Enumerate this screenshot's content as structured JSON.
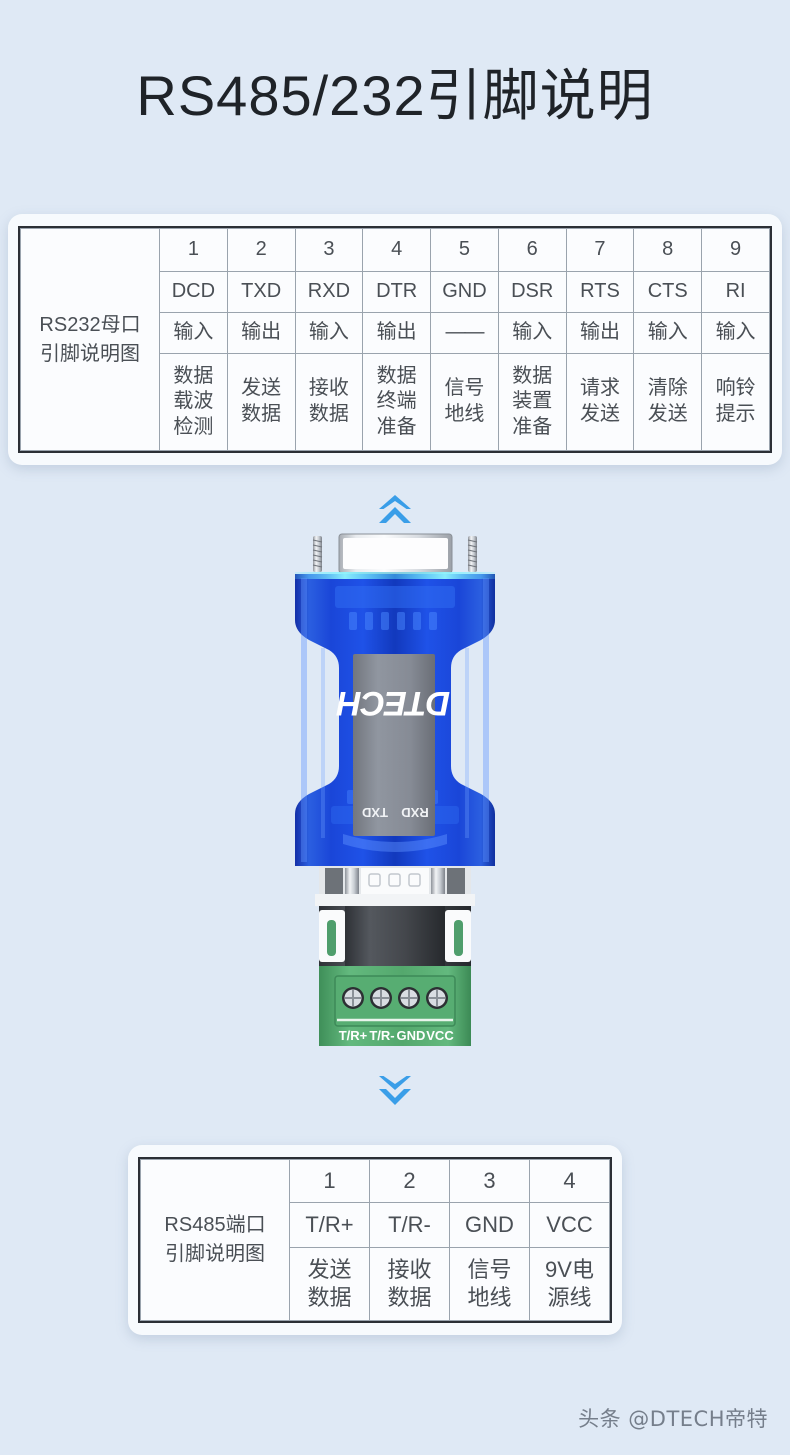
{
  "title": "RS485/232引脚说明",
  "colors": {
    "background": "#dfe9f5",
    "card": "#f7fafd",
    "accent_blue": "#3a9ee8",
    "device_blue": "#1447d6",
    "terminal_green": "#4fa46a",
    "text": "#4a4f55",
    "table_border": "#2b2f35"
  },
  "table_rs232": {
    "row_label": "RS232母口\n引脚说明图",
    "row_label_line1": "RS232母口",
    "row_label_line2": "引脚说明图",
    "pins": [
      "1",
      "2",
      "3",
      "4",
      "5",
      "6",
      "7",
      "8",
      "9"
    ],
    "signals": [
      "DCD",
      "TXD",
      "RXD",
      "DTR",
      "GND",
      "DSR",
      "RTS",
      "CTS",
      "RI"
    ],
    "directions": [
      "输入",
      "输出",
      "输入",
      "输出",
      "——",
      "输入",
      "输出",
      "输入",
      "输入"
    ],
    "descriptions": [
      "数据\n载波\n检测",
      "发送\n数据",
      "接收\n数据",
      "数据\n终端\n准备",
      "信号\n地线",
      "数据\n装置\n准备",
      "请求\n发送",
      "清除\n发送",
      "响铃\n提示"
    ]
  },
  "table_rs485": {
    "row_label_line1": "RS485端口",
    "row_label_line2": "引脚说明图",
    "pins": [
      "1",
      "2",
      "3",
      "4"
    ],
    "signals": [
      "T/R+",
      "T/R-",
      "GND",
      "VCC"
    ],
    "descriptions": [
      "发送\n数据",
      "接收\n数据",
      "信号\n地线",
      "9V电\n源线"
    ]
  },
  "device": {
    "brand": "DTECH",
    "led_labels": [
      "TXD",
      "RXD"
    ],
    "terminal_labels": [
      "T/R+",
      "T/R-",
      "GND",
      "VCC"
    ],
    "top_connector": "DB9 female",
    "bottom_connector": "DB9 male"
  },
  "arrows": {
    "up": "chevron-double-up",
    "down": "chevron-double-down"
  },
  "watermark": "头条 @DTECH帝特"
}
